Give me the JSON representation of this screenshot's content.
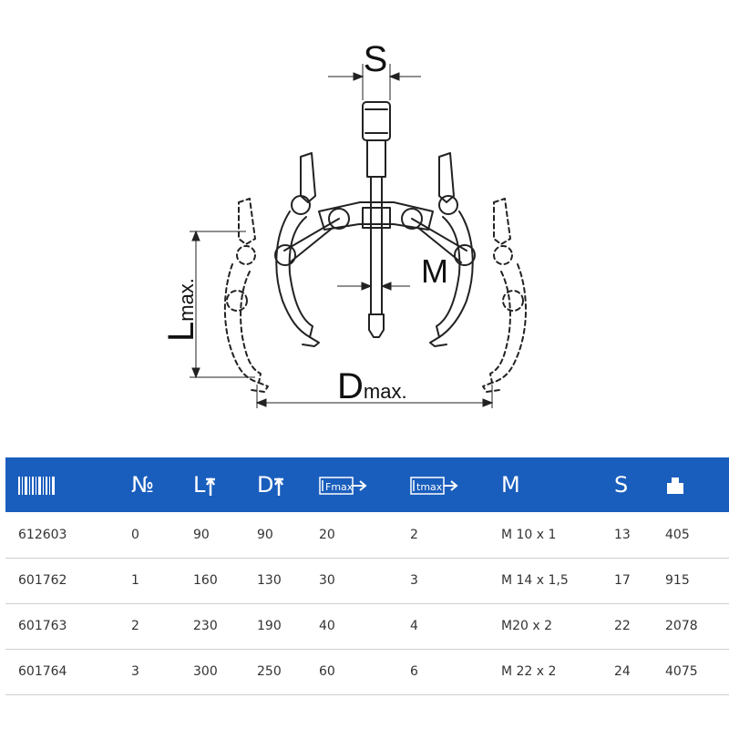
{
  "drawing": {
    "label_s": "S",
    "label_m": "M",
    "label_l": "L",
    "label_l_sub": "max.",
    "label_d": "D",
    "label_d_sub": "max."
  },
  "table": {
    "headers": [
      {
        "icon": "barcode-icon",
        "text": ""
      },
      {
        "icon": "",
        "text": "№"
      },
      {
        "icon": "",
        "text": "L"
      },
      {
        "icon": "",
        "text": "D"
      },
      {
        "icon": "force-max-icon",
        "text": "Fmax"
      },
      {
        "icon": "weight-max-icon",
        "text": "tmax"
      },
      {
        "icon": "",
        "text": "M"
      },
      {
        "icon": "",
        "text": "S"
      },
      {
        "icon": "weight-icon",
        "text": ""
      }
    ],
    "rows": [
      [
        "612603",
        "0",
        "90",
        "90",
        "20",
        "2",
        "M 10 x 1",
        "13",
        "405"
      ],
      [
        "601762",
        "1",
        "160",
        "130",
        "30",
        "3",
        "M 14 x 1,5",
        "17",
        "915"
      ],
      [
        "601763",
        "2",
        "230",
        "190",
        "40",
        "4",
        "M20 x 2",
        "22",
        "2078"
      ],
      [
        "601764",
        "3",
        "300",
        "250",
        "60",
        "6",
        "M 22 x 2",
        "24",
        "4075"
      ]
    ]
  },
  "colors": {
    "header_bg": "#1a5ebd",
    "header_text": "#ffffff",
    "row_border": "#cfcfcf"
  }
}
